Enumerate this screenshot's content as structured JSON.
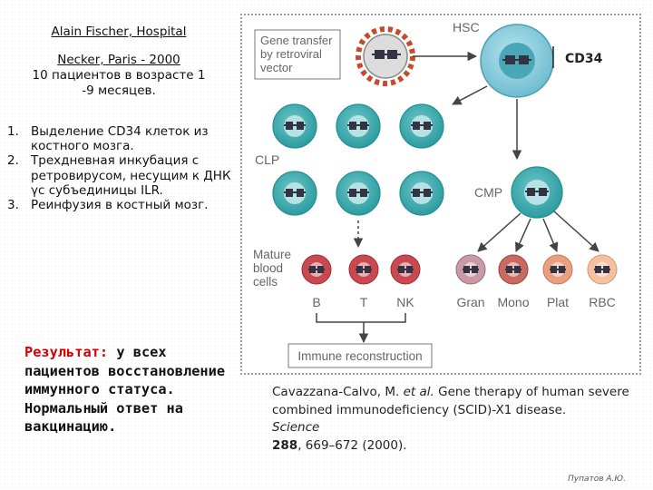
{
  "left": {
    "title_line1": "Alain Fischer, Hospital",
    "title_line2": "Necker, Paris - 2000",
    "title_line3": "10 пациентов в возрасте 1",
    "title_line4": "-9 месяцев.",
    "steps": [
      {
        "num": "1.",
        "text": "Выделение CD34 клеток из костного мозга."
      },
      {
        "num": "2.",
        "text": "Трехдневная инкубация с ретровирусом, несущим к ДНК γc субъединицы ILR."
      },
      {
        "num": "3.",
        "text": "Реинфузия в костный мозг."
      }
    ],
    "result_label": "Результат:",
    "result_text": " у всех пациентов восстановление иммунного статуса. Нормальный ответ на вакцинацию."
  },
  "figure": {
    "gene_transfer_label": "Gene transfer by retroviral vector",
    "hsc_label": "HSC",
    "cd34_label": "CD34",
    "clp_label": "CLP",
    "cmp_label": "CMP",
    "mature_label": "Mature blood cells",
    "cell_types": [
      "B",
      "T",
      "NK",
      "Gran",
      "Mono",
      "Plat",
      "RBC"
    ],
    "immune_label": "Immune reconstruction",
    "colors": {
      "progenitor": "#44b0b3",
      "progenitor_light": "#b7e2e4",
      "hsc": "#82c7d6",
      "lymphoid_mature": "#c84a50",
      "gran": "#c89aa6",
      "mono": "#c86a60",
      "plat": "#e8a080",
      "rbc": "#f4c1a0",
      "virus": "#c84a2a"
    }
  },
  "citation": {
    "authors": "Cavazzana-Calvo, M.",
    "etal": "et al.",
    "title": "Gene therapy of human severe combined immunodeficiency (SCID)-X1 disease.",
    "journal": "Science",
    "volume": "288",
    "pages": ", 669–672 (2000)."
  },
  "footer": "Пупатов А.Ю."
}
